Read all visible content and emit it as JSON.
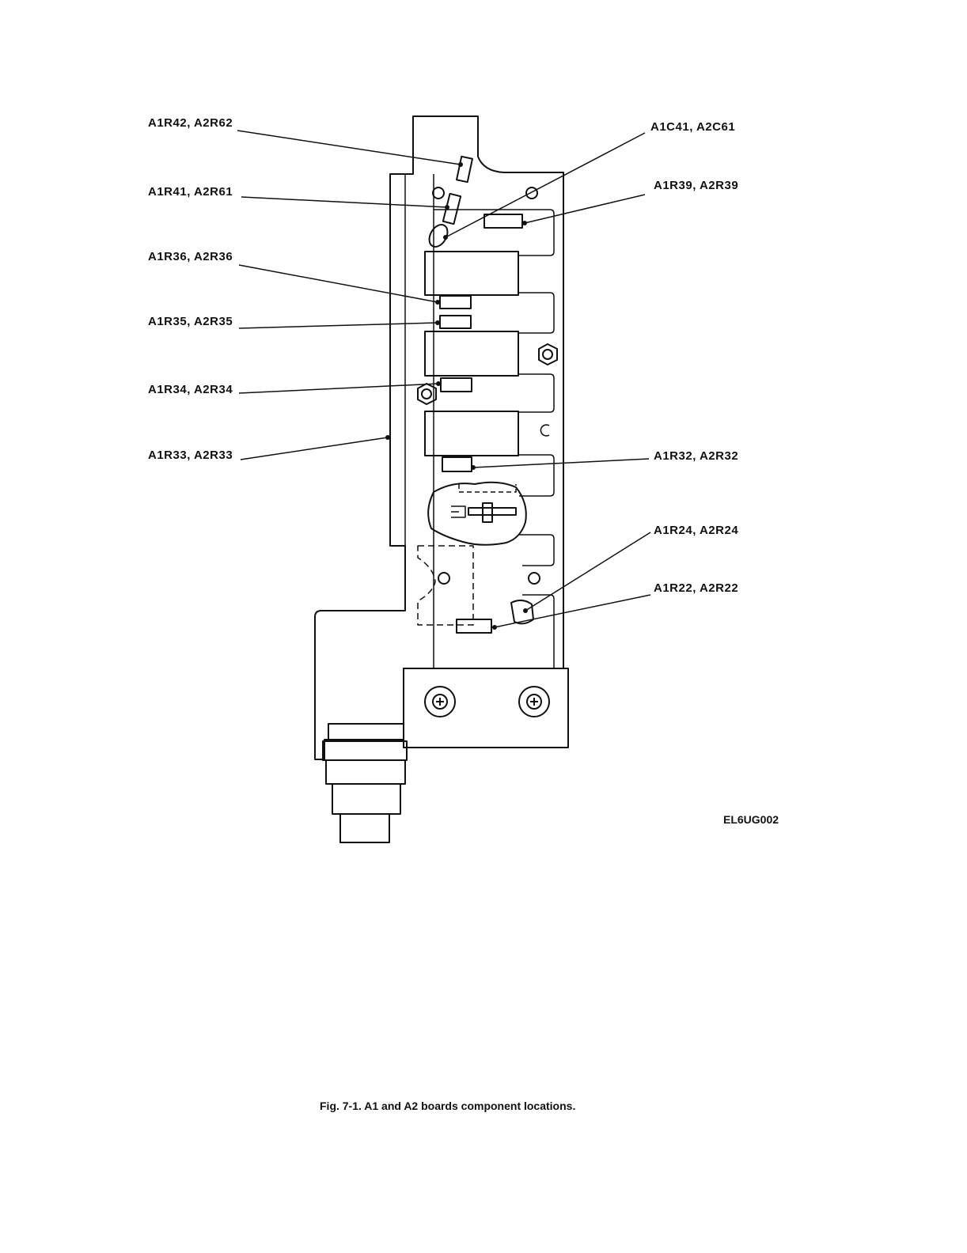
{
  "figure": {
    "caption": "Fig. 7-1.  A1 and A2 boards component locations.",
    "drawing_id": "EL6UG002"
  },
  "callouts": {
    "left": [
      {
        "text": "A1R42, A2R62"
      },
      {
        "text": "A1R41, A2R61"
      },
      {
        "text": "A1R36, A2R36"
      },
      {
        "text": "A1R35, A2R35"
      },
      {
        "text": "A1R34, A2R34"
      },
      {
        "text": "A1R33, A2R33"
      }
    ],
    "right": [
      {
        "text": "A1C41, A2C61"
      },
      {
        "text": "A1R39, A2R39"
      },
      {
        "text": "A1R32, A2R32"
      },
      {
        "text": "A1R24, A2R24"
      },
      {
        "text": "A1R22, A2R22"
      }
    ]
  },
  "colors": {
    "ink": "#111111",
    "background": "#ffffff"
  }
}
